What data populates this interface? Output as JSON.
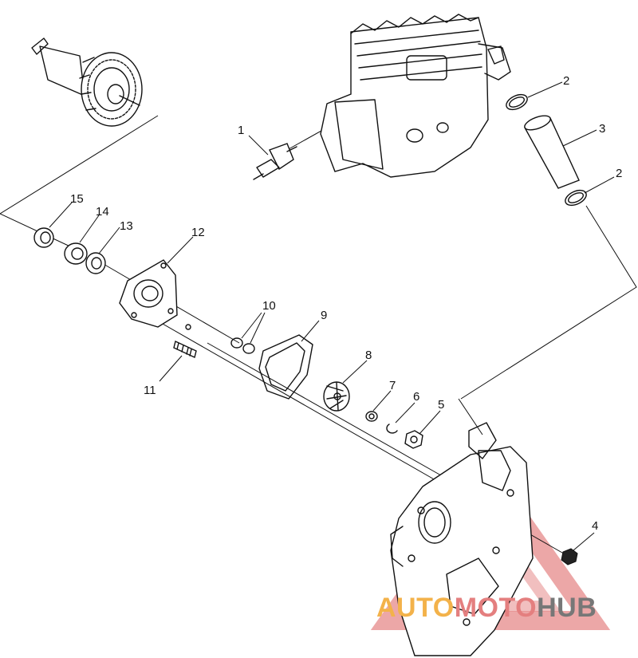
{
  "watermark": {
    "text_part1": "AUTO",
    "text_part2": "MOTO",
    "text_part3": "HUB",
    "color_part1": "#f3b24a",
    "color_part2": "#e47f7f",
    "color_part3": "#777777",
    "triangle_color": "#e58a8a"
  },
  "callouts": [
    {
      "id": "1",
      "label": "1"
    },
    {
      "id": "2a",
      "label": "2"
    },
    {
      "id": "2b",
      "label": "2"
    },
    {
      "id": "3",
      "label": "3"
    },
    {
      "id": "4",
      "label": "4"
    },
    {
      "id": "5",
      "label": "5"
    },
    {
      "id": "6",
      "label": "6"
    },
    {
      "id": "7",
      "label": "7"
    },
    {
      "id": "8",
      "label": "8"
    },
    {
      "id": "9",
      "label": "9"
    },
    {
      "id": "10",
      "label": "10"
    },
    {
      "id": "11",
      "label": "11"
    },
    {
      "id": "12",
      "label": "12"
    },
    {
      "id": "13",
      "label": "13"
    },
    {
      "id": "14",
      "label": "14"
    },
    {
      "id": "15",
      "label": "15"
    }
  ]
}
